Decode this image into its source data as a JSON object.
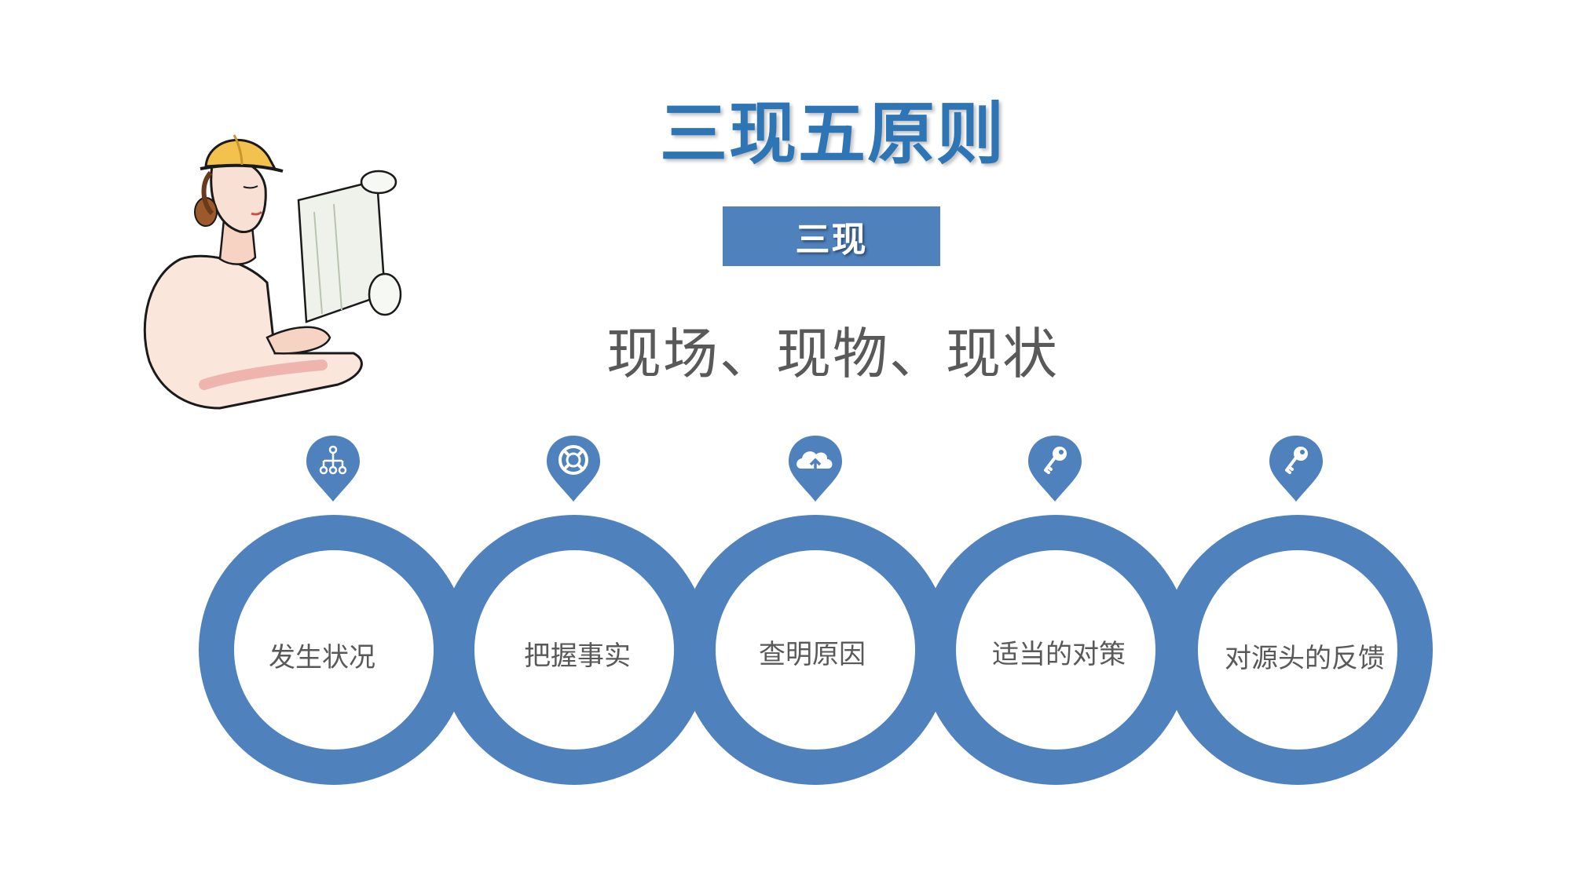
{
  "slide": {
    "title": "三现五原则",
    "badge": "三现",
    "subtitle": "现场、现物、现状"
  },
  "colors": {
    "title": "#2e75b6",
    "accent": "#4f81bd",
    "text": "#595959",
    "background": "#ffffff"
  },
  "steps": [
    {
      "label": "发生状况",
      "icon": "hierarchy-icon"
    },
    {
      "label": "把握事实",
      "icon": "lifebuoy-icon"
    },
    {
      "label": "查明原因",
      "icon": "cloud-upload-icon"
    },
    {
      "label": "适当的对策",
      "icon": "key-icon"
    },
    {
      "label": "对源头的反馈",
      "icon": "key-icon"
    }
  ]
}
